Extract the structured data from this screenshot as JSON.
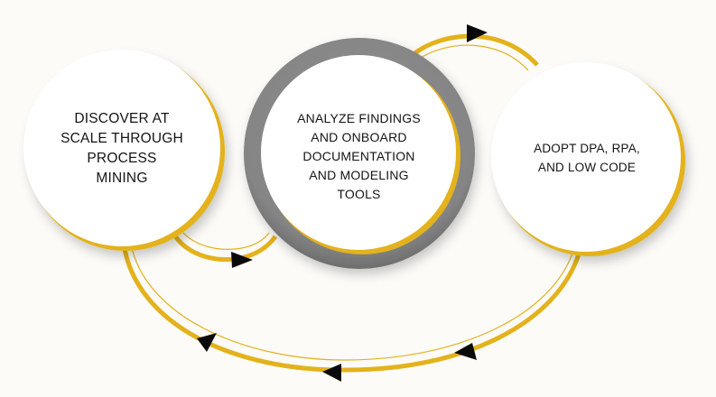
{
  "diagram": {
    "title": "",
    "colors": {
      "background": "#fcfbf8",
      "accent_gold": "#e3b21c",
      "ring_gray": "#858585",
      "circle_fill": "#ffffff",
      "text": "#141414",
      "arrowhead": "#0a0a0a"
    },
    "nodes": [
      {
        "id": "discover",
        "label": "DISCOVER AT SCALE THROUGH PROCESS MINING",
        "lines": [
          "DISCOVER AT",
          "SCALE THROUGH",
          "PROCESS",
          "MINING"
        ],
        "highlighted": false
      },
      {
        "id": "analyze",
        "label": "ANALYZE FINDINGS AND ONBOARD DOCUMENTATION AND MODELING TOOLS",
        "lines": [
          "ANALYZE FINDINGS",
          "AND ONBOARD",
          "DOCUMENTATION",
          "AND MODELING",
          "TOOLS"
        ],
        "highlighted": true
      },
      {
        "id": "adopt",
        "label": "ADOPT DPA, RPA, AND LOW CODE",
        "lines": [
          "ADOPT DPA, RPA,",
          "AND LOW CODE"
        ],
        "highlighted": false
      }
    ],
    "edges": [
      {
        "from": "discover",
        "to": "analyze",
        "direction": "forward"
      },
      {
        "from": "analyze",
        "to": "adopt",
        "direction": "forward"
      },
      {
        "from": "adopt",
        "to": "discover",
        "direction": "return"
      }
    ]
  }
}
